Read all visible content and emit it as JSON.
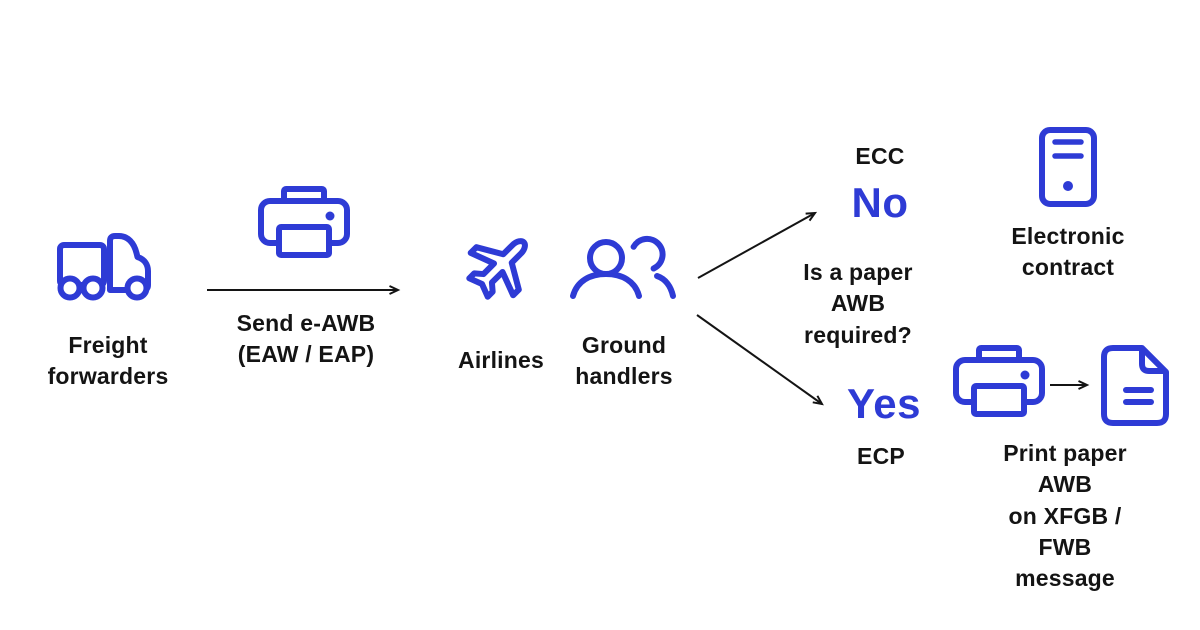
{
  "colors": {
    "accent": "#2e3bd5",
    "text": "#141414",
    "arrow": "#141414",
    "background": "#ffffff"
  },
  "diagram": {
    "freight_forwarders": {
      "label": "Freight\nforwarders",
      "icon": "truck-icon"
    },
    "send_eawb": {
      "label": "Send e-AWB\n(EAW / EAP)",
      "icon": "printer-icon"
    },
    "airlines": {
      "label": "Airlines",
      "icon": "airplane-icon"
    },
    "ground_handlers": {
      "label": "Ground\nhandlers",
      "icon": "people-icon"
    },
    "decision": {
      "question": "Is a paper\nAWB\nrequired?",
      "no_branch": {
        "code": "ECC",
        "answer": "No"
      },
      "yes_branch": {
        "answer": "Yes",
        "code": "ECP"
      }
    },
    "electronic_contract": {
      "label": "Electronic\ncontract",
      "icon": "server-document-icon"
    },
    "print_paper_awb": {
      "label": "Print paper AWB\non XFGB / FWB\nmessage",
      "icons": [
        "printer-icon",
        "document-icon"
      ]
    }
  }
}
